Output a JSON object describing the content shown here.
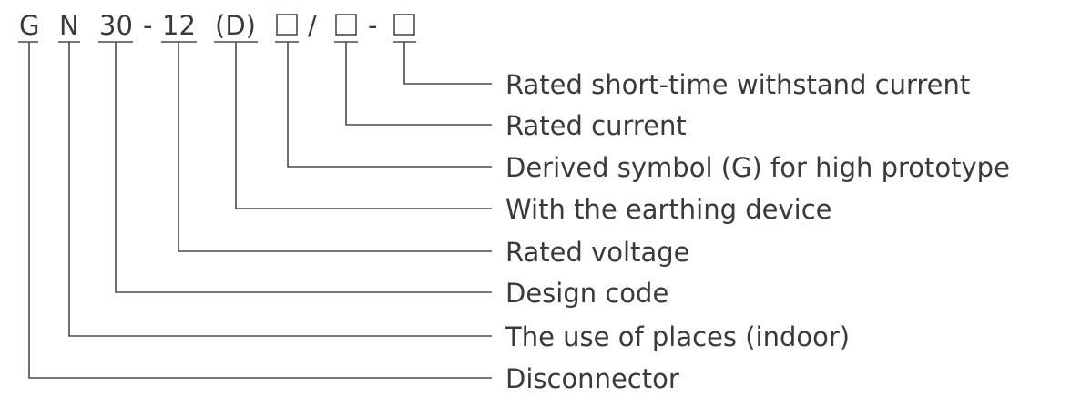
{
  "model_code": {
    "parts": [
      {
        "id": "g",
        "text": "G"
      },
      {
        "id": "n",
        "text": "N"
      },
      {
        "id": "design",
        "text": "30"
      },
      {
        "id": "sep1",
        "text": "-"
      },
      {
        "id": "voltage",
        "text": "12"
      },
      {
        "id": "earth",
        "text": "(D)"
      },
      {
        "id": "derived",
        "text": ""
      },
      {
        "id": "slash",
        "text": "/"
      },
      {
        "id": "current",
        "text": ""
      },
      {
        "id": "sep2",
        "text": "-"
      },
      {
        "id": "short",
        "text": ""
      }
    ]
  },
  "labels": {
    "short_time_current": "Rated short-time withstand current",
    "rated_current": "Rated current",
    "derived_symbol": "Derived symbol (G) for high prototype",
    "earthing_device": "With the earthing device",
    "rated_voltage": "Rated voltage",
    "design_code": "Design code",
    "use_of_places": "The use of places (indoor)",
    "disconnector": "Disconnector"
  }
}
